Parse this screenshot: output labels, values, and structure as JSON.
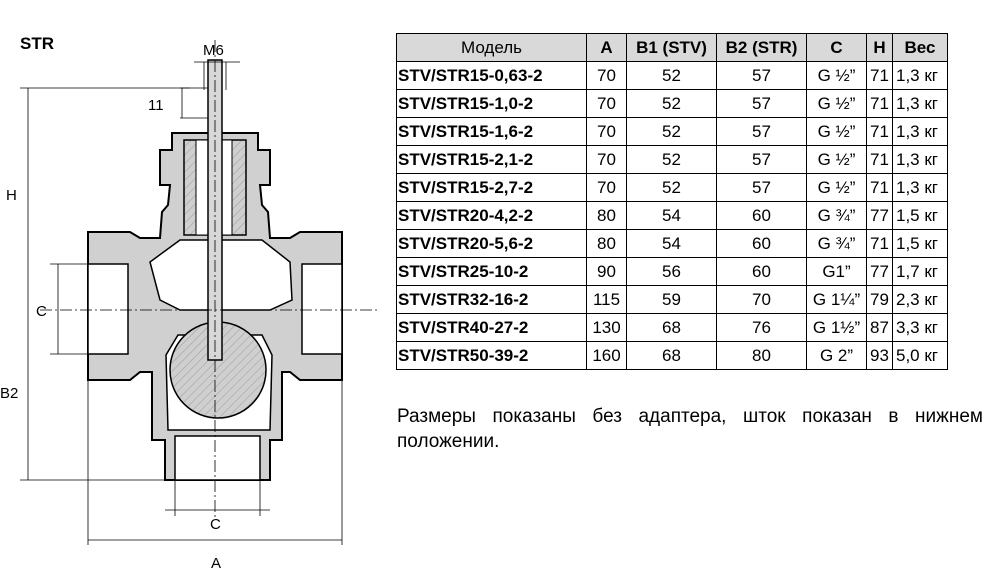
{
  "drawing": {
    "title": "STR",
    "labels": {
      "m6": "M6",
      "dim11": "11",
      "h": "H",
      "c_side": "C",
      "b2": "B2",
      "c_bottom": "C",
      "a": "A"
    }
  },
  "table": {
    "headers": [
      "Модель",
      "A",
      "B1 (STV)",
      "B2 (STR)",
      "C",
      "H",
      "Вес"
    ],
    "rows": [
      [
        "STV/STR15-0,63-2",
        "70",
        "52",
        "57",
        "G ½”",
        "71",
        "1,3 кг"
      ],
      [
        "STV/STR15-1,0-2",
        "70",
        "52",
        "57",
        "G ½”",
        "71",
        "1,3 кг"
      ],
      [
        "STV/STR15-1,6-2",
        "70",
        "52",
        "57",
        "G ½”",
        "71",
        "1,3 кг"
      ],
      [
        "STV/STR15-2,1-2",
        "70",
        "52",
        "57",
        "G ½”",
        "71",
        "1,3 кг"
      ],
      [
        "STV/STR15-2,7-2",
        "70",
        "52",
        "57",
        "G ½”",
        "71",
        "1,3 кг"
      ],
      [
        "STV/STR20-4,2-2",
        "80",
        "54",
        "60",
        "G ¾”",
        "77",
        "1,5 кг"
      ],
      [
        "STV/STR20-5,6-2",
        "80",
        "54",
        "60",
        "G ¾”",
        "71",
        "1,5 кг"
      ],
      [
        "STV/STR25-10-2",
        "90",
        "56",
        "60",
        "G1”",
        "77",
        "1,7 кг"
      ],
      [
        "STV/STR32-16-2",
        "115",
        "59",
        "70",
        "G 1¼”",
        "79",
        "2,3 кг"
      ],
      [
        "STV/STR40-27-2",
        "130",
        "68",
        "76",
        "G 1½”",
        "87",
        "3,3 кг"
      ],
      [
        "STV/STR50-39-2",
        "160",
        "68",
        "80",
        "G 2”",
        "93",
        "5,0 кг"
      ]
    ]
  },
  "note": "Размеры показаны без адаптера, шток показан в нижнем положении."
}
